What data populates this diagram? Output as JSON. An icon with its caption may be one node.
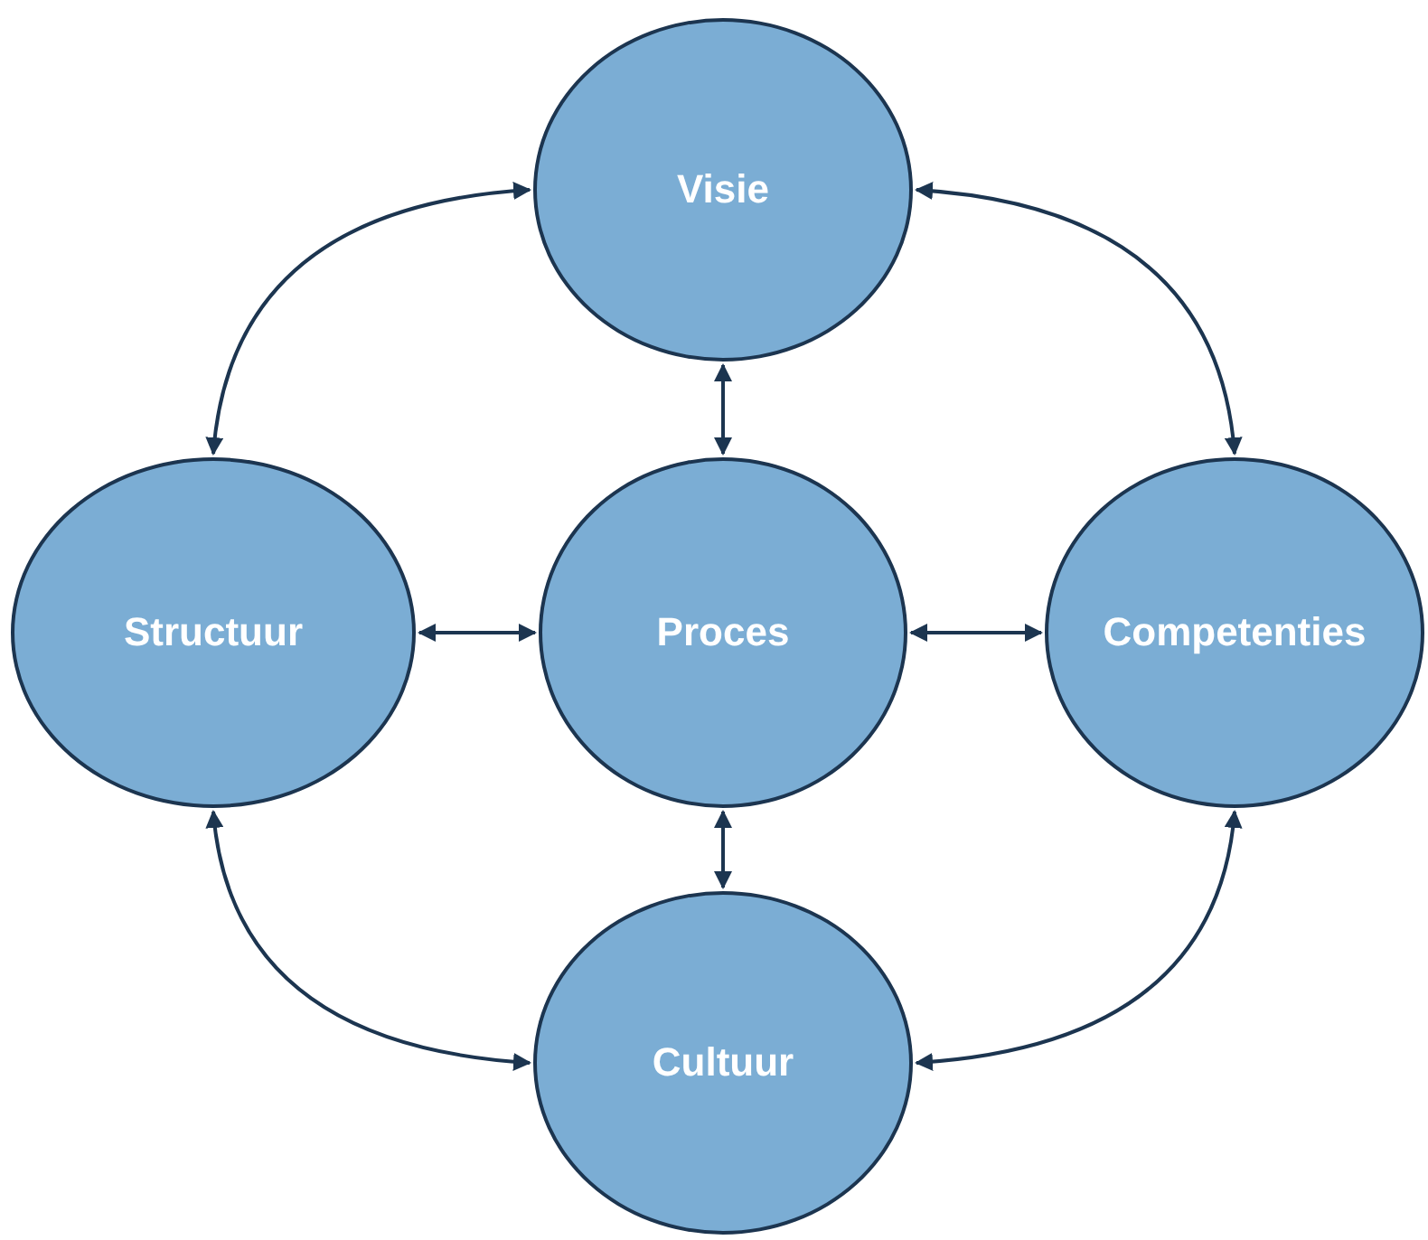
{
  "diagram": {
    "nodes": [
      {
        "text": [
          "Visie"
        ]
      },
      {
        "text": [
          "Structuur"
        ]
      },
      {
        "text": [
          "Proces"
        ]
      },
      {
        "text": [
          "Competenties"
        ]
      },
      {
        "text": [
          "Cultuur"
        ]
      }
    ],
    "edges": [
      {
        "from": 0,
        "to": 2,
        "arrow": "both"
      },
      {
        "from": 1,
        "to": 2,
        "arrow": "both"
      },
      {
        "from": 2,
        "to": 3,
        "arrow": "both"
      },
      {
        "from": 2,
        "to": 4,
        "arrow": "both"
      },
      {
        "from": 0,
        "to": 1,
        "arrow": "both"
      },
      {
        "from": 0,
        "to": 3,
        "arrow": "both"
      },
      {
        "from": 1,
        "to": 4,
        "arrow": "both"
      },
      {
        "from": 3,
        "to": 4,
        "arrow": "both"
      }
    ]
  }
}
